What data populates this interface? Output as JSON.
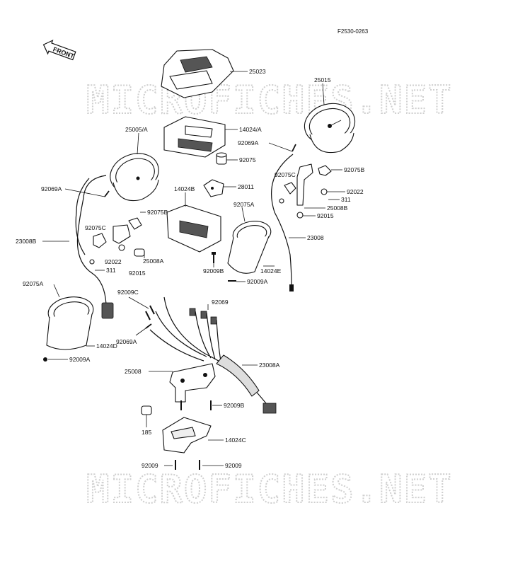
{
  "figure_code": "F2530-0263",
  "front_label": "FRONT",
  "watermark": "MICROFICHES.NET",
  "labels": {
    "l25023": "25023",
    "l25015": "25015",
    "l25005A": "25005/A",
    "l14024A": "14024/A",
    "l92069A_r": "92069A",
    "l92075_top": "92075",
    "l92075B_r": "92075B",
    "l92075C_r": "92075C",
    "l92022_r": "92022",
    "l311_r": "311",
    "l25008B": "25008B",
    "l92015_r": "92015",
    "l28011": "28011",
    "l14024B": "14024B",
    "l92069A_l": "92069A",
    "l92075B_l": "92075B",
    "l92075A_r": "92075A",
    "l23008": "23008",
    "l23008B": "23008B",
    "l92075C_l": "92075C",
    "l92022_l": "92022",
    "l311_l": "311",
    "l25008A": "25008A",
    "l92015_l": "92015",
    "l92009B_top": "92009B",
    "l14024E": "14024E",
    "l92009A_r": "92009A",
    "l92075A_l": "92075A",
    "l92009C": "92009C",
    "l92069": "92069",
    "l92069A_mid": "92069A",
    "l14024D": "14024D",
    "l92009A_l": "92009A",
    "l25008": "25008",
    "l23008A": "23008A",
    "l92009B_bot": "92009B",
    "l185": "185",
    "l14024C": "14024C",
    "l92009_l": "92009",
    "l92009_r": "92009"
  }
}
